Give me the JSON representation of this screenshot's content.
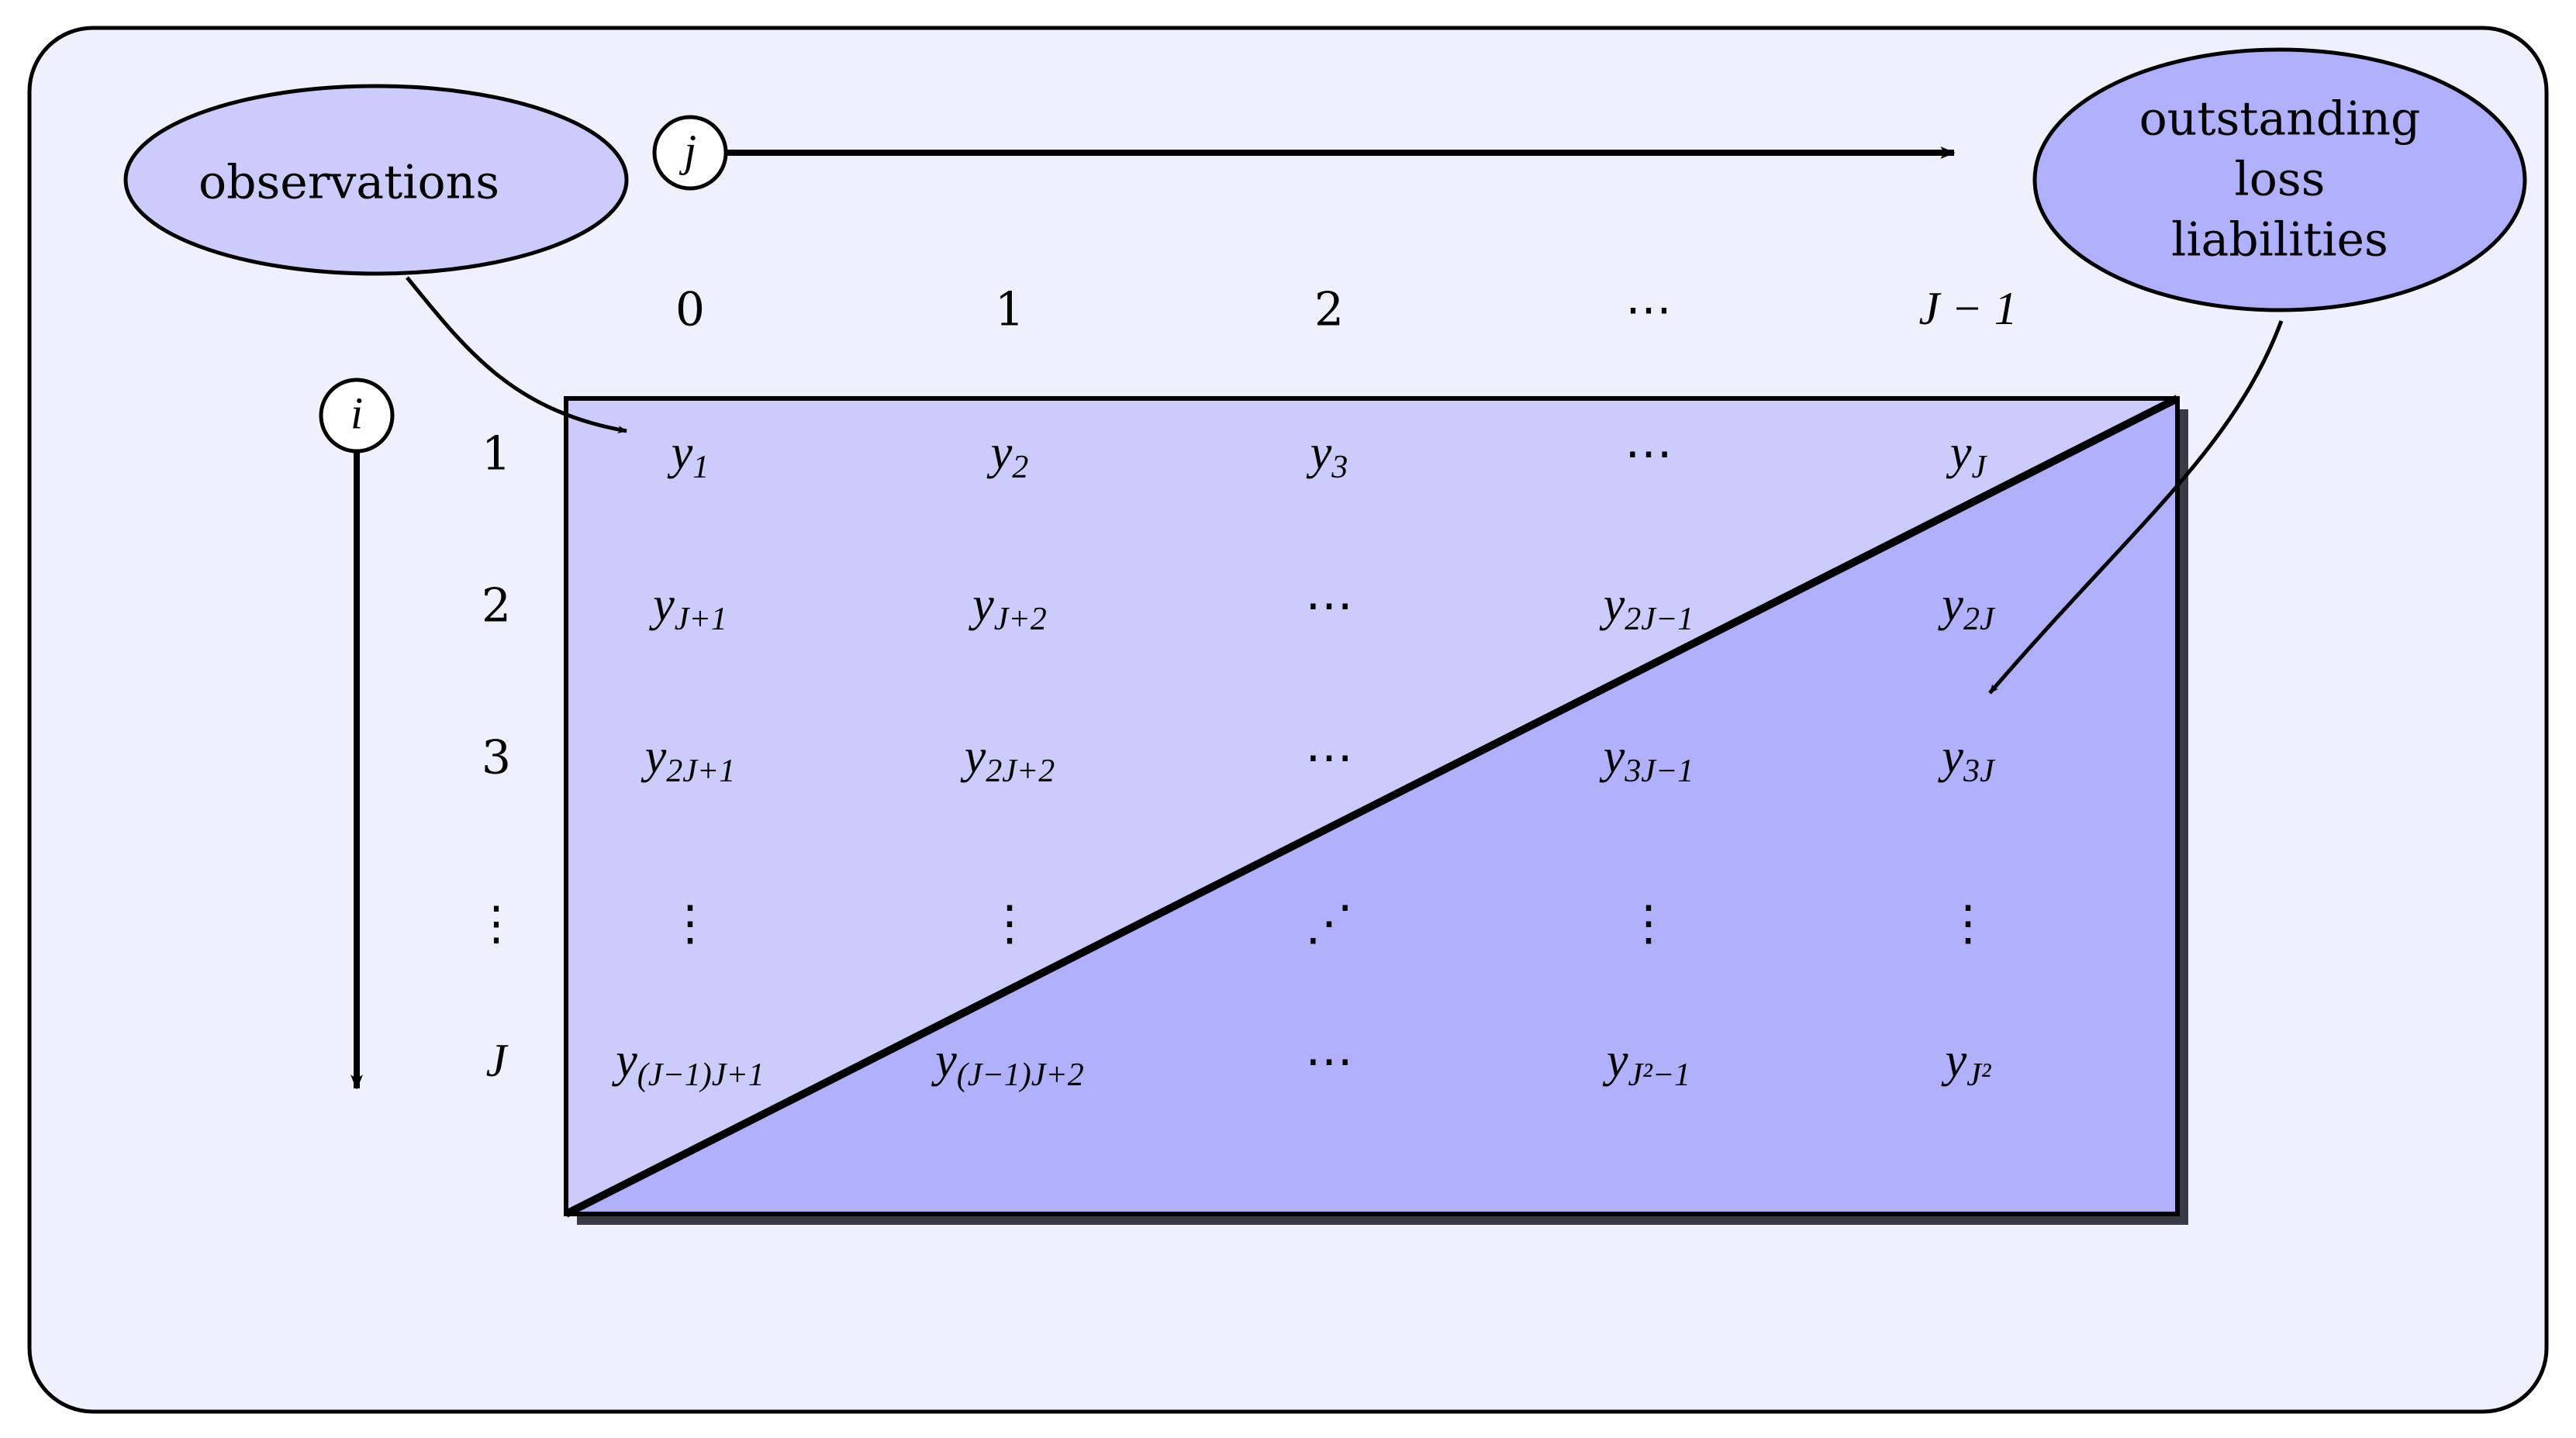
{
  "colors": {
    "panel_fill": "#f0f0fc",
    "observed_fill": "#ccccfc",
    "outstanding_fill": "#b0b0fc",
    "shadow": "#3a3a44",
    "stroke": "#000000"
  },
  "bubbles": {
    "observations": {
      "lines": [
        "observations"
      ]
    },
    "outstanding": {
      "lines": [
        "outstanding",
        "loss",
        "liabilities"
      ]
    }
  },
  "axes": {
    "j": {
      "label": "j"
    },
    "i": {
      "label": "i"
    }
  },
  "columns": [
    "0",
    "1",
    "2",
    "⋯",
    "J − 1"
  ],
  "rows": [
    "1",
    "2",
    "3",
    "⋮",
    "J"
  ],
  "cells": [
    [
      {
        "base": "y",
        "sub": "1"
      },
      {
        "base": "y",
        "sub": "2"
      },
      {
        "base": "y",
        "sub": "3"
      },
      {
        "text": "⋯"
      },
      {
        "base": "y",
        "sub": "J"
      }
    ],
    [
      {
        "base": "y",
        "sub": "J+1"
      },
      {
        "base": "y",
        "sub": "J+2"
      },
      {
        "text": "⋯"
      },
      {
        "base": "y",
        "sub": "2J−1"
      },
      {
        "base": "y",
        "sub": "2J"
      }
    ],
    [
      {
        "base": "y",
        "sub": "2J+1"
      },
      {
        "base": "y",
        "sub": "2J+2"
      },
      {
        "text": "⋯"
      },
      {
        "base": "y",
        "sub": "3J−1"
      },
      {
        "base": "y",
        "sub": "3J"
      }
    ],
    [
      {
        "text": "⋮"
      },
      {
        "text": "⋮"
      },
      {
        "text": "⋰"
      },
      {
        "text": "⋮"
      },
      {
        "text": "⋮"
      }
    ],
    [
      {
        "base": "y",
        "sub": "(J−1)J+1"
      },
      {
        "base": "y",
        "sub": "(J−1)J+2"
      },
      {
        "text": "⋯"
      },
      {
        "base": "y",
        "sub": "J²−1"
      },
      {
        "base": "y",
        "sub": "J²"
      }
    ]
  ]
}
